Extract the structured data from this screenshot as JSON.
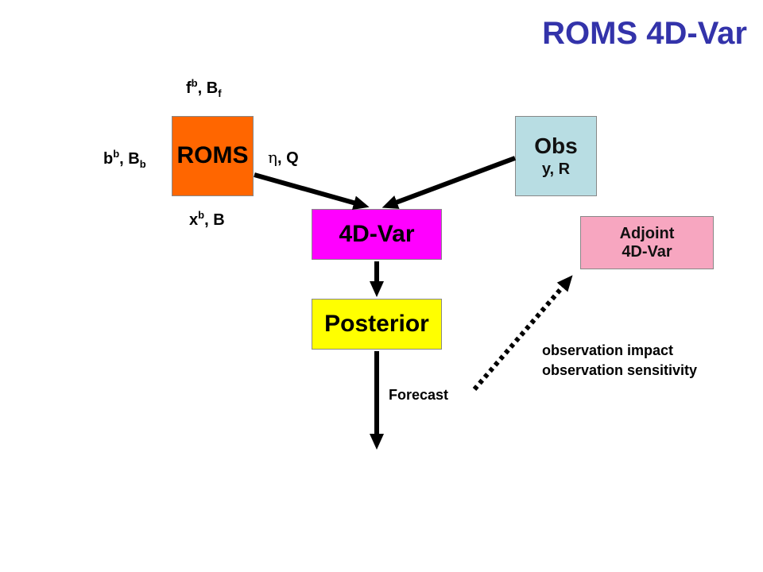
{
  "title": "ROMS 4D-Var",
  "boxes": {
    "roms": {
      "label": "ROMS"
    },
    "obs": {
      "label": "Obs",
      "sub": "y, R"
    },
    "fourdvar": {
      "label": "4D-Var"
    },
    "posterior": {
      "label": "Posterior"
    },
    "adjoint": {
      "line1": "Adjoint",
      "line2": "4D-Var"
    }
  },
  "labels": {
    "forcing": {
      "base": "f",
      "sup": "b",
      "mid": ", B",
      "sub": "f"
    },
    "boundary": {
      "base": "b",
      "sup": "b",
      "mid": ", B",
      "sub": "b"
    },
    "initial": {
      "base": "x",
      "sup": "b",
      "mid": ", B"
    },
    "model_error": {
      "symbol": "η",
      "rest": ", Q"
    },
    "forecast": "Forecast",
    "obs_notes": [
      "observation impact",
      "observation sensitivity"
    ]
  },
  "colors": {
    "title": "#3333aa",
    "roms": "#ff6600",
    "obs": "#b8dde3",
    "fourdvar": "#ff00ff",
    "posterior": "#ffff00",
    "adjoint": "#f7a6c0"
  }
}
